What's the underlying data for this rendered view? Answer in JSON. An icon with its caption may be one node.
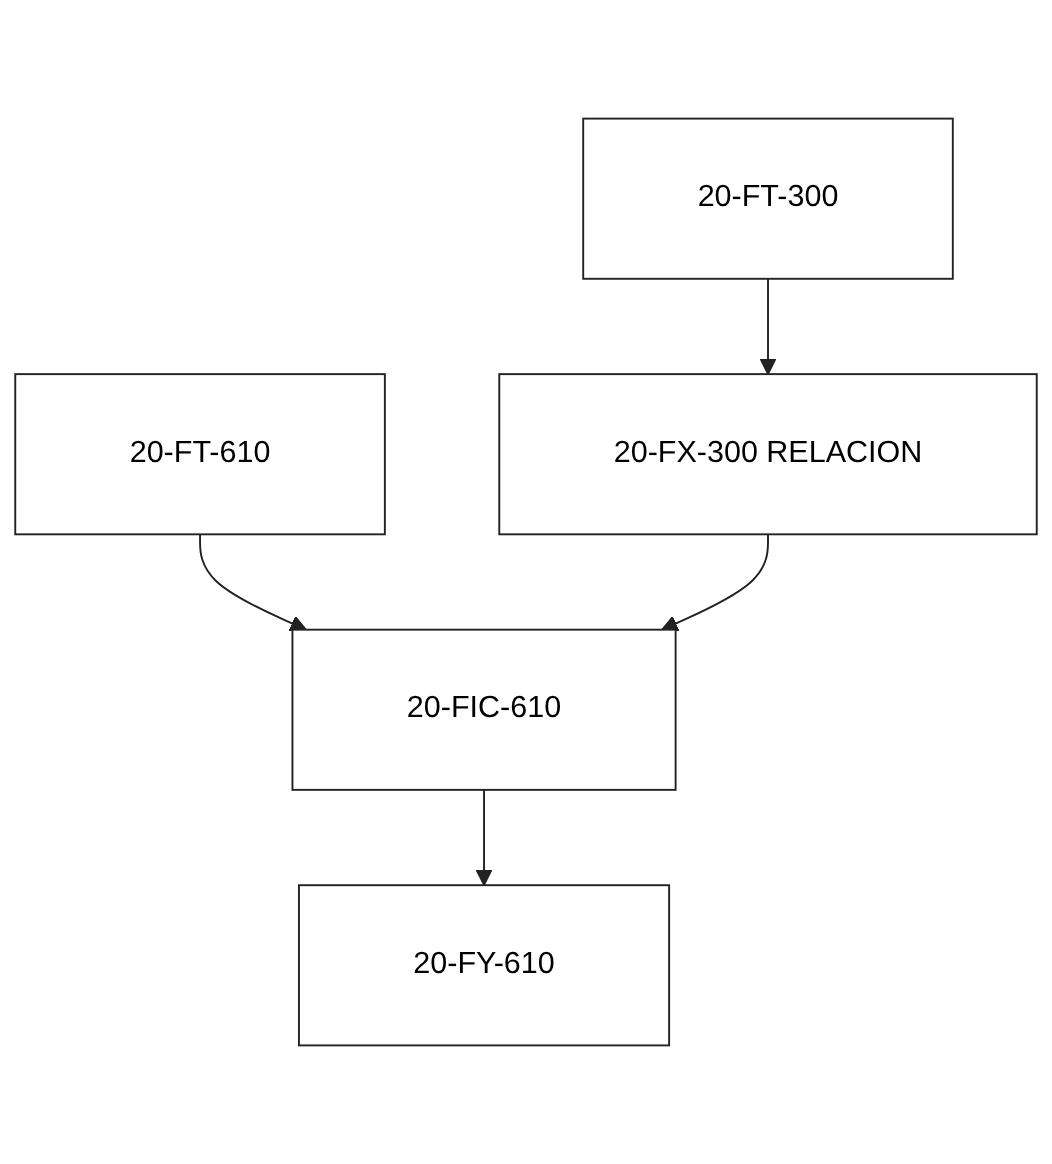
{
  "diagram": {
    "nodes": [
      {
        "text": [
          "20-FT-300"
        ]
      },
      {
        "text": [
          "20-FT-610"
        ]
      },
      {
        "text": [
          "20-FX-300 RELACION"
        ]
      },
      {
        "text": [
          "20-FIC-610"
        ]
      },
      {
        "text": [
          "20-FY-610"
        ]
      }
    ],
    "edges": [
      {
        "from": 0,
        "to": 2,
        "arrow": "to"
      },
      {
        "from": 1,
        "to": 3,
        "arrow": "to"
      },
      {
        "from": 2,
        "to": 3,
        "arrow": "to"
      },
      {
        "from": 3,
        "to": 4,
        "arrow": "to"
      }
    ]
  }
}
